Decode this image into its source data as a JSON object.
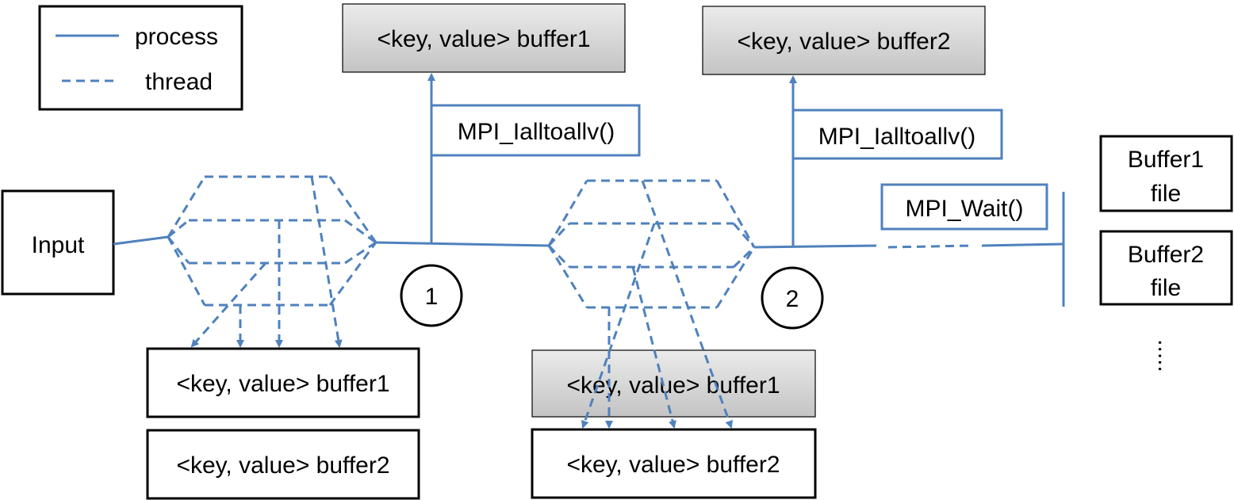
{
  "legend": {
    "process_label": "process",
    "thread_label": "thread"
  },
  "input_label": "Input",
  "stage_markers": [
    "1",
    "2"
  ],
  "top_buffers": [
    "<key, value> buffer1",
    "<key, value> buffer2"
  ],
  "calls": {
    "alltoall_1": "MPI_Ialltoallv()",
    "alltoall_2": "MPI_Ialltoallv()",
    "wait": "MPI_Wait()"
  },
  "stage1_buffers": [
    "<key, value> buffer1",
    "<key, value> buffer2"
  ],
  "stage2_buffers": [
    "<key, value> buffer1",
    "<key, value> buffer2"
  ],
  "files": {
    "buffer1_line1": "Buffer1",
    "buffer1_line2": "file",
    "buffer2_line1": "Buffer2",
    "buffer2_line2": "file",
    "ellipsis": "....."
  },
  "colors": {
    "line": "#4f81bd",
    "box_border": "#000000",
    "gray_box_top": "#ebebeb",
    "gray_box_bottom": "#c4c4c4"
  }
}
